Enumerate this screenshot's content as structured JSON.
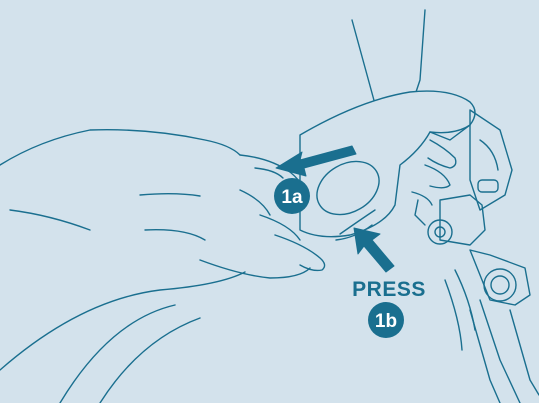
{
  "colors": {
    "background": "#d3e2ec",
    "line": "#1a6f8f",
    "accent": "#1a6f8f",
    "badge_text": "#ffffff"
  },
  "labels": {
    "step_1a": "1a",
    "step_1b": "1b",
    "press": "PRESS"
  },
  "icons": {
    "arrow_1a": "arrow-left-icon",
    "arrow_1b": "arrow-up-left-icon"
  }
}
